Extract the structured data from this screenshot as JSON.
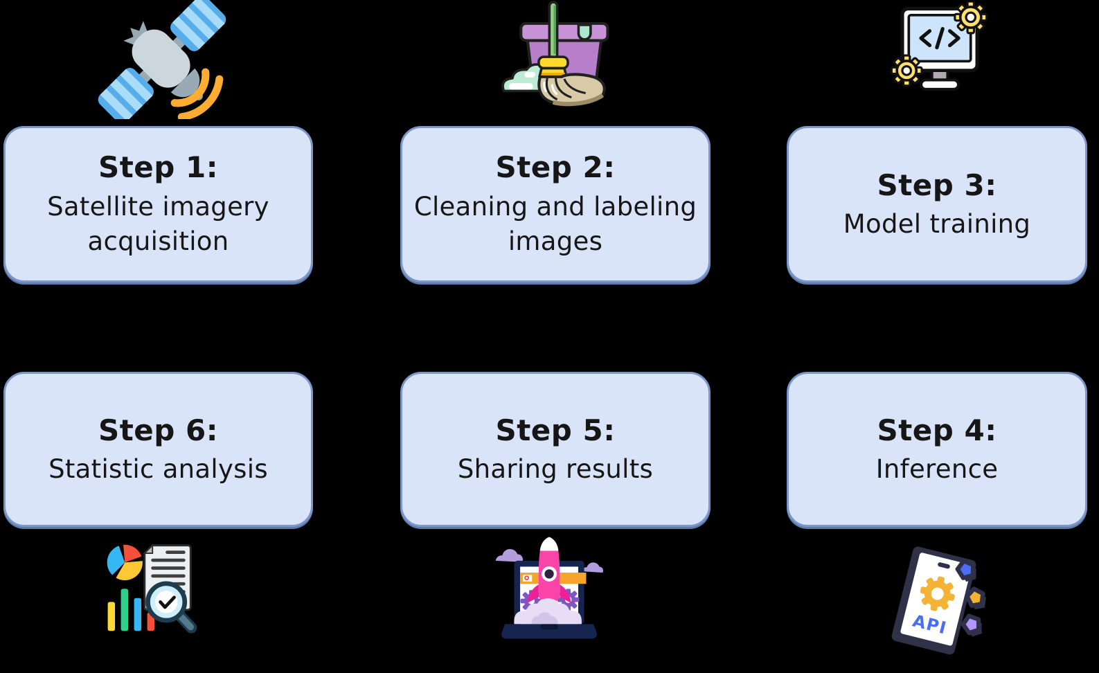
{
  "diagram": {
    "colors": {
      "background": "#000000",
      "box_fill": "#d9e4f8",
      "box_border": "#7b96c8",
      "box_shadow": "#5e7cab",
      "text": "#161616"
    },
    "api_label": "API",
    "steps": [
      {
        "title": "Step 1:",
        "subtitle": "Satellite imagery\nacquisition",
        "icon": "satellite-icon"
      },
      {
        "title": "Step 2:",
        "subtitle": "Cleaning and labeling\nimages",
        "icon": "mop-bucket-icon"
      },
      {
        "title": "Step 3:",
        "subtitle": "Model training",
        "icon": "monitor-code-icon"
      },
      {
        "title": "Step 4:",
        "subtitle": "Inference",
        "icon": "api-phone-icon"
      },
      {
        "title": "Step 5:",
        "subtitle": "Sharing results",
        "icon": "laptop-rocket-icon"
      },
      {
        "title": "Step 6:",
        "subtitle": "Statistic analysis",
        "icon": "stats-magnifier-icon"
      }
    ],
    "icon_colors": {
      "satellite": {
        "panel_blue": "#57acea",
        "panel_stripe": "#a8dcf8",
        "body_gray": "#ccd6dd",
        "dish_gray": "#99aab5",
        "signal_orange": "#ffac33"
      },
      "mop_bucket": {
        "bucket_purple": "#b77fc9",
        "rim_purple": "#c993d8",
        "handle_green": "#8ed17e",
        "ferrule_yellow": "#ffd92e",
        "mop_tan": "#d8caa6",
        "suds_mint": "#bdebd6",
        "outline": "#20201e"
      },
      "monitor_code": {
        "frame_white": "#ffffff",
        "screen_blue": "#cde4fa",
        "gear_yellow": "#ffdf6e",
        "outline": "#111111"
      },
      "stats_magnifier": {
        "pie_red": "#f4503a",
        "pie_blue": "#35b7f3",
        "pie_yellow": "#fdc835",
        "bar_green": "#2fd08c",
        "bar_yellow": "#fdd835",
        "doc_gray": "#edf0f2",
        "lens_blue": "#cdeffc",
        "rim_navy": "#1d3d4f"
      },
      "laptop_rocket": {
        "laptop_navy": "#16254f",
        "bar_orange": "#f6a52a",
        "gear_purple": "#7e57c2",
        "rocket_pink": "#fb44aa",
        "fin_pink": "#ef1f97",
        "smoke_lavender": "#e7def5",
        "cloud_purple": "#b49ddc"
      },
      "api_phone": {
        "shell_navy": "#2e3148",
        "gear_orange": "#f5b335",
        "label_blue": "#4c6ef5",
        "gem_blue": "#4c6ef5",
        "gem_yellow": "#f5b335",
        "gem_purple": "#b197fc"
      }
    }
  }
}
